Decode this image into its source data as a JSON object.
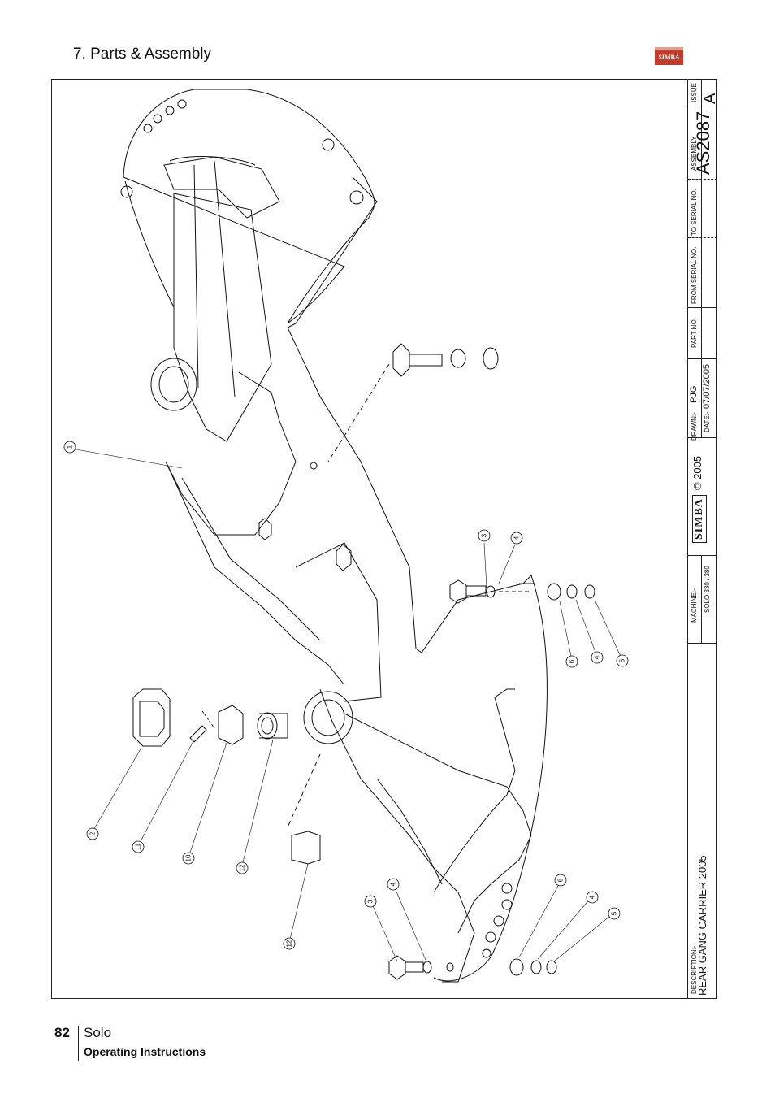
{
  "header": {
    "section_title": "7. Parts & Assembly",
    "brand_logo_text": "SIMBA"
  },
  "title_block": {
    "issue_label": "ISSUE",
    "issue_value": "A",
    "assembly_label": "ASSEMBLY",
    "assembly_value": "AS2087",
    "to_serial_label": "TO SERIAL NO.",
    "from_serial_label": "FROM SERIAL NO.",
    "part_no_label": "PART NO.",
    "drawn_label": "DRAWN:-",
    "drawn_value": "PJG",
    "date_label": "DATE:-",
    "date_value": "07/07/2005",
    "brand": "SIMBA",
    "copyright": "© 2005",
    "machine_label": "MACHINE:-",
    "machine_value": "SOLO 330 / 380",
    "description_label": "DESCRIPTION:-",
    "description_value": "REAR GANG CARRIER 2005"
  },
  "callouts": [
    {
      "label": "1"
    },
    {
      "label": "3"
    },
    {
      "label": "4"
    },
    {
      "label": "6"
    },
    {
      "label": "4"
    },
    {
      "label": "5"
    },
    {
      "label": "2"
    },
    {
      "label": "11"
    },
    {
      "label": "10"
    },
    {
      "label": "12"
    },
    {
      "label": "12"
    },
    {
      "label": "3"
    },
    {
      "label": "4"
    },
    {
      "label": "6"
    },
    {
      "label": "4"
    },
    {
      "label": "5"
    }
  ],
  "footer": {
    "page_number": "82",
    "model": "Solo",
    "subtitle": "Operating Instructions"
  },
  "colors": {
    "line": "#111111",
    "logo_red": "#c23a2a"
  }
}
